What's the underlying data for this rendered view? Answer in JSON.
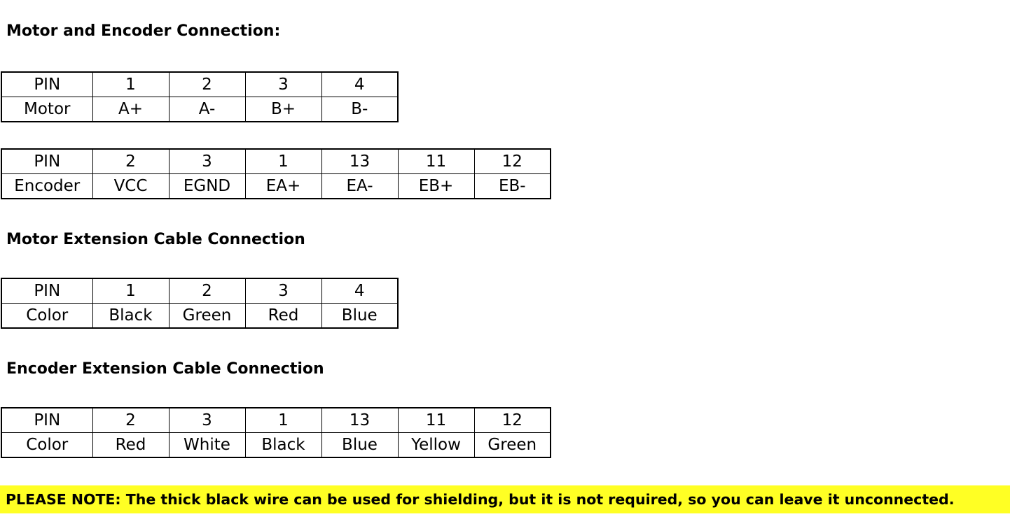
{
  "sections": [
    {
      "title": "Motor and Encoder Connection:",
      "tables": [
        {
          "rows": [
            [
              "PIN",
              "1",
              "2",
              "3",
              "4"
            ],
            [
              "Motor",
              "A+",
              "A-",
              "B+",
              "B-"
            ]
          ]
        },
        {
          "rows": [
            [
              "PIN",
              "2",
              "3",
              "1",
              "13",
              "11",
              "12"
            ],
            [
              "Encoder",
              "VCC",
              "EGND",
              "EA+",
              "EA-",
              "EB+",
              "EB-"
            ]
          ]
        }
      ]
    },
    {
      "title": "Motor Extension Cable Connection",
      "tables": [
        {
          "rows": [
            [
              "PIN",
              "1",
              "2",
              "3",
              "4"
            ],
            [
              "Color",
              "Black",
              "Green",
              "Red",
              "Blue"
            ]
          ]
        }
      ]
    },
    {
      "title": "Encoder Extension Cable Connection",
      "tables": [
        {
          "rows": [
            [
              "PIN",
              "2",
              "3",
              "1",
              "13",
              "11",
              "12"
            ],
            [
              "Color",
              "Red",
              "White",
              "Black",
              "Blue",
              "Yellow",
              "Green"
            ]
          ]
        }
      ]
    }
  ],
  "note": "PLEASE NOTE: The thick black wire can be used for shielding, but it is not required, so you can leave it unconnected.",
  "note_background": "#ffff24"
}
